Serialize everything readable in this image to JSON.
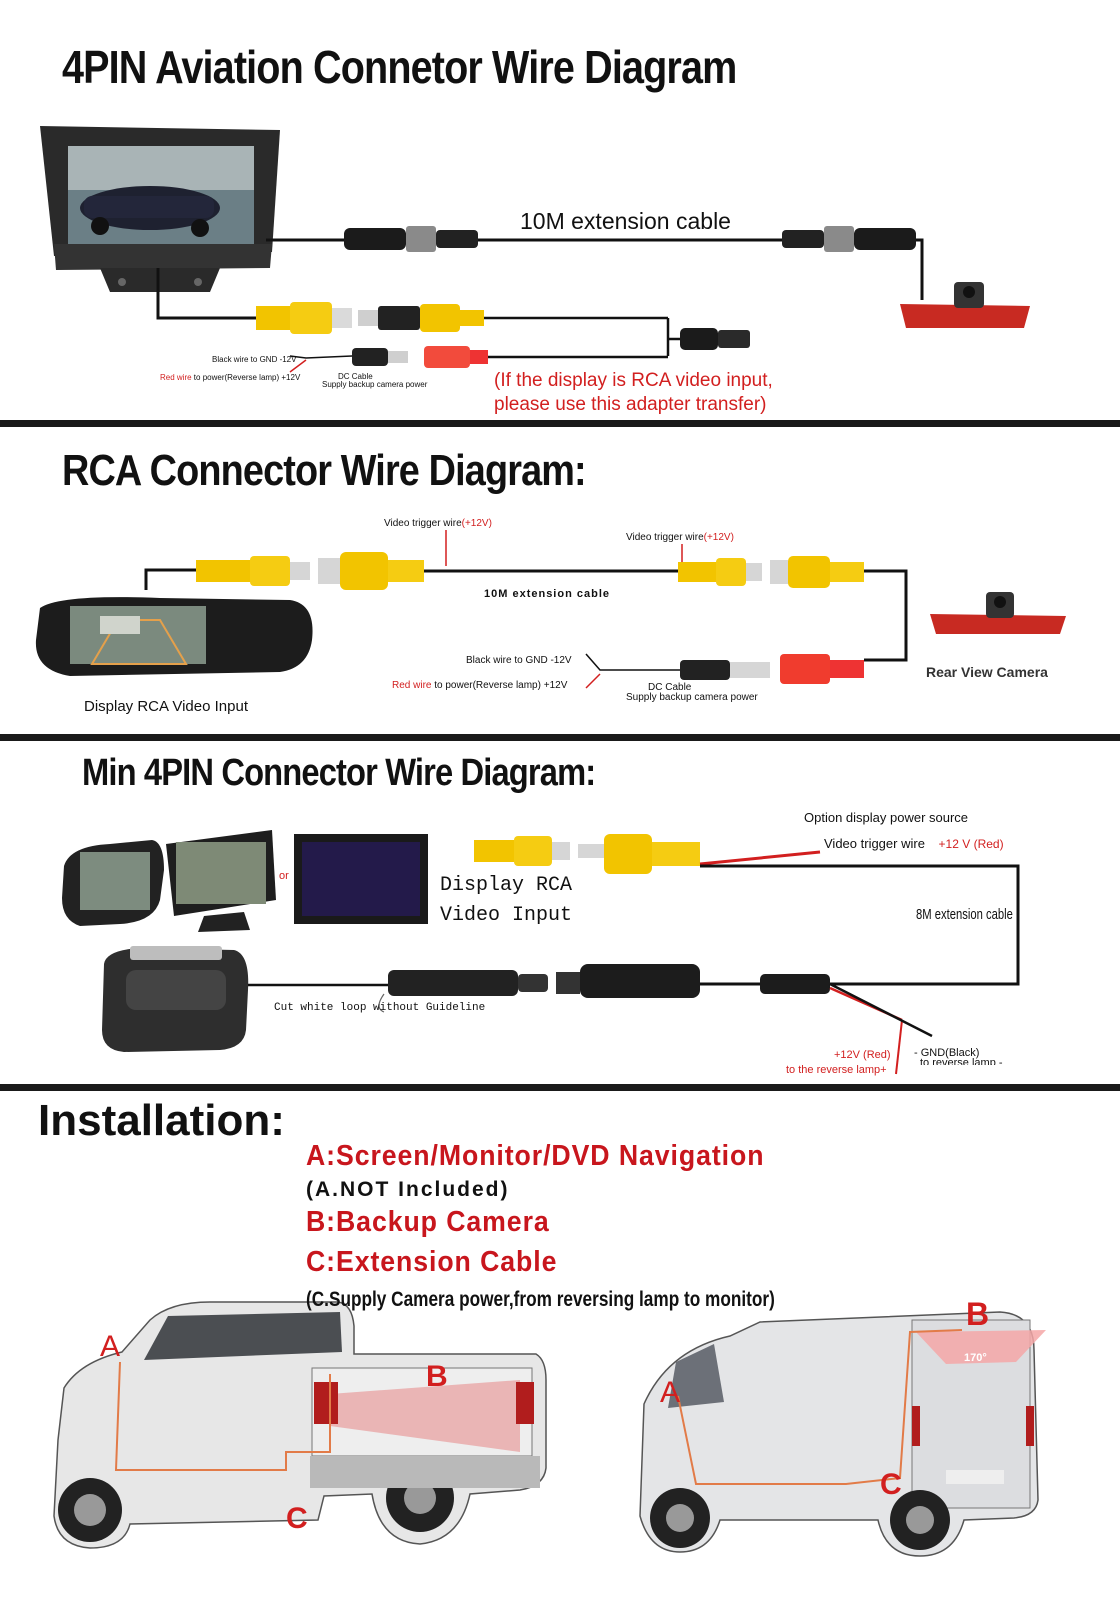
{
  "section1": {
    "title": "4PIN Aviation Connetor Wire Diagram",
    "extension_cable": "10M extension cable",
    "black_wire": "Black wire to GND -12V",
    "red_word": "Red wire",
    "red_wire_rest": " to power(Reverse lamp) +12V",
    "dc_cable": "DC Cable",
    "dc_supply": "Supply backup camera power",
    "adapter_note_1": "(If the display is RCA video input,",
    "adapter_note_2": "please use this adapter transfer)"
  },
  "section2": {
    "title": "RCA Connector Wire Diagram:",
    "trigger_prefix": "Video trigger wire",
    "trigger_value": "(+12V)",
    "extension_cable": "10M extension cable",
    "black_wire": "Black wire to GND -12V",
    "red_word": "Red wire",
    "red_wire_rest": " to power(Reverse lamp) +12V",
    "dc_cable": "DC Cable",
    "dc_supply": "Supply backup camera power",
    "display_label": "Display RCA Video Input",
    "camera_label": "Rear View Camera"
  },
  "section3": {
    "title": "Min 4PIN Connector Wire Diagram:",
    "option_power": "Option display power source",
    "trigger_label": "Video trigger wire",
    "trigger_value": "+12 V (Red)",
    "extension_cable": "8M extension cable",
    "display_rca_1": "Display RCA",
    "display_rca_2": "Video Input",
    "or": "or",
    "cut_loop": "Cut white loop without Guideline",
    "red_12v": "+12V (Red)",
    "reverse_lamp_plus": "to the reverse lamp+",
    "gnd_black": "- GND(Black)",
    "reverse_lamp_minus": "to reverse lamp -"
  },
  "installation": {
    "title": "Installation:",
    "a_line": "A:Screen/Monitor/DVD Navigation",
    "a_note": "(A.NOT Included)",
    "b_line": "B:Backup Camera",
    "c_line": "C:Extension Cable",
    "c_note": "(C.Supply Camera power,from reversing lamp to monitor)",
    "letter_a": "A",
    "letter_b": "B",
    "letter_c": "C",
    "angle": "170°"
  },
  "colors": {
    "accent_red": "#c8161d",
    "rca_yellow": "#f2c400",
    "divider": "#1a1a1a"
  }
}
